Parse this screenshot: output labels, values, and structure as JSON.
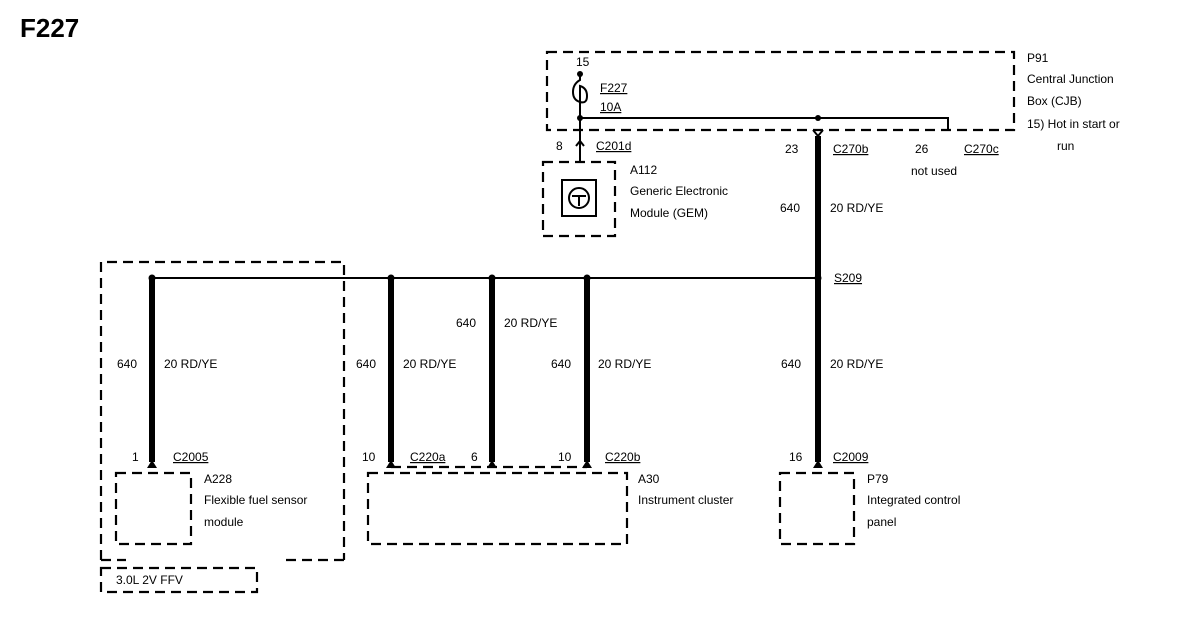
{
  "title": "F227",
  "cjb": {
    "ref": "P91",
    "name_line1": "Central Junction",
    "name_line2": "Box (CJB)",
    "note_line1": "15)  Hot in start or",
    "note_line2": "run",
    "fuse_pin": "15",
    "fuse_id": "F227",
    "fuse_rating": "10A"
  },
  "gem": {
    "pin": "8",
    "connector": "C201d",
    "ref": "A112",
    "name_line1": "Generic Electronic",
    "name_line2": "Module (GEM)"
  },
  "feed": {
    "pin": "23",
    "connector": "C270b",
    "circuit": "640",
    "wire": "20 RD/YE"
  },
  "unused": {
    "pin": "26",
    "connector": "C270c",
    "note": "not used"
  },
  "splice": "S209",
  "branches": [
    {
      "circuit": "640",
      "wire": "20 RD/YE"
    },
    {
      "circuit": "640",
      "wire": "20 RD/YE"
    },
    {
      "circuit": "640",
      "wire": "20 RD/YE"
    },
    {
      "circuit": "640",
      "wire": "20 RD/YE"
    },
    {
      "circuit": "640",
      "wire": "20 RD/YE"
    }
  ],
  "ffs": {
    "pin": "1",
    "connector": "C2005",
    "ref": "A228",
    "name_line1": "Flexible fuel sensor",
    "name_line2": "module"
  },
  "cluster": {
    "pin_a": "10",
    "connector_a": "C220a",
    "pin_6": "6",
    "pin_b": "10",
    "connector_b": "C220b",
    "ref": "A30",
    "name": "Instrument cluster"
  },
  "icp": {
    "pin": "16",
    "connector": "C2009",
    "ref": "P79",
    "name_line1": "Integrated control",
    "name_line2": "panel"
  },
  "engine_option": "3.0L 2V FFV"
}
